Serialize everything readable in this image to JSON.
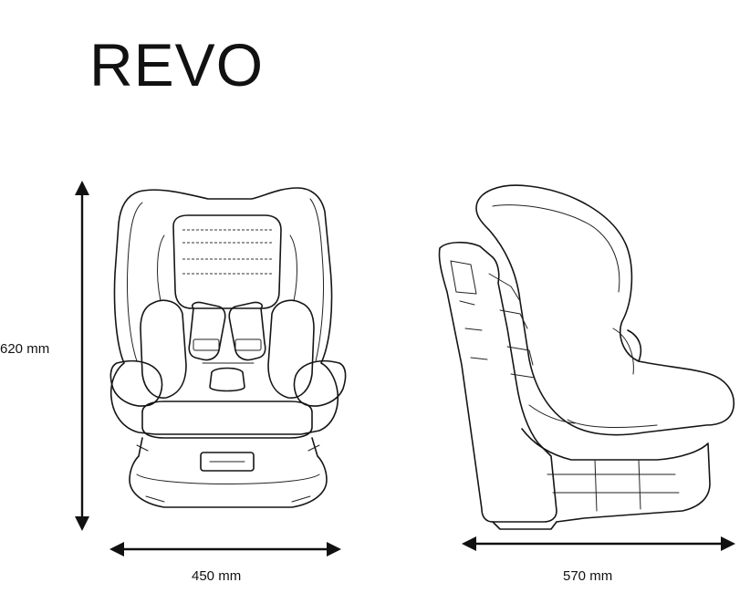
{
  "title": "REVO",
  "dimensions": {
    "height": "620 mm",
    "width": "450 mm",
    "depth": "570 mm"
  }
}
